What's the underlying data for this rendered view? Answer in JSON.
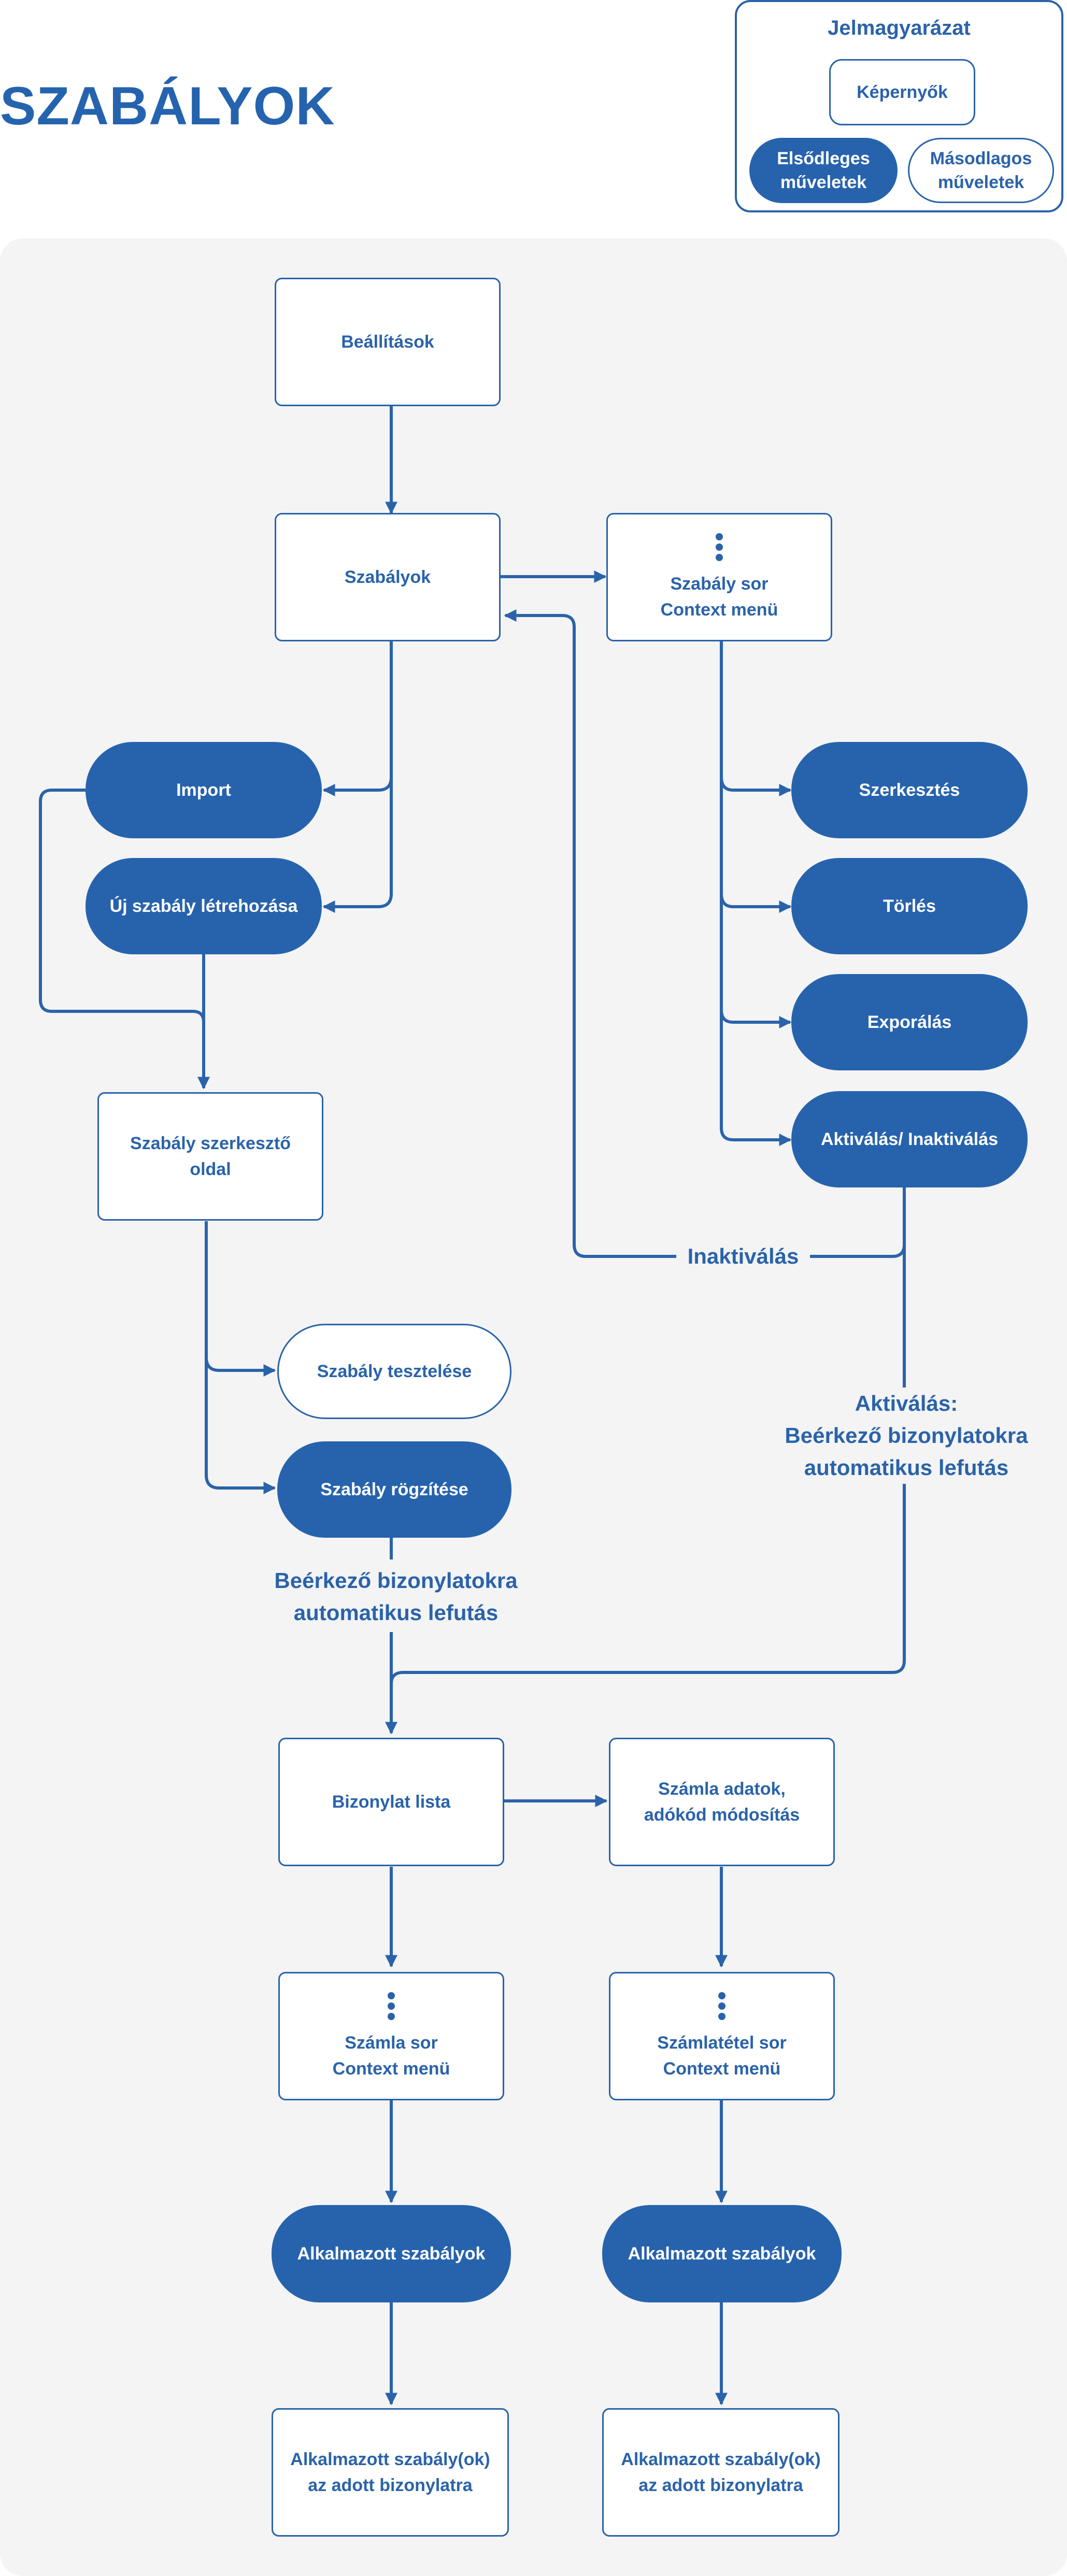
{
  "title": "SZABÁLYOK",
  "legend": {
    "title": "Jelmagyarázat",
    "screen": "Képernyők",
    "primary": "Elsődleges\nműveletek",
    "secondary": "Másodlagos\nműveletek"
  },
  "colors": {
    "accent": "#2763ad",
    "canvas_bg": "#f4f4f5",
    "screen_bg": "#ffffff"
  },
  "nodes": {
    "settings": "Beállítások",
    "rules": "Szabályok",
    "rule_row_menu": "Szabály sor\nContext menü",
    "import": "Import",
    "new_rule": "Új szabály létrehozása",
    "edit": "Szerkesztés",
    "delete": "Törlés",
    "export": "Exporálás",
    "activate": "Aktiválás/ Inaktiválás",
    "rule_editor": "Szabály szerkesztő\noldal",
    "rule_test": "Szabály tesztelése",
    "rule_save": "Szabály rögzítése",
    "doc_list": "Bizonylat lista",
    "invoice_data": "Számla adatok,\nadókód módosítás",
    "invoice_row_menu": "Számla sor\nContext menü",
    "item_row_menu": "Számlatétel sor\nContext menü",
    "applied_rules_1": "Alkalmazott szabályok",
    "applied_rules_2": "Alkalmazott szabályok",
    "applied_result_1": "Alkalmazott szabály(ok)\naz adott bizonylatra",
    "applied_result_2": "Alkalmazott szabály(ok)\naz adott bizonylatra"
  },
  "edge_labels": {
    "inactivate": "Inaktiválás",
    "activate_auto": "Aktiválás:\nBeérkező bizonylatokra\nautomatikus lefutás",
    "auto_run": "Beérkező bizonylatokra\nautomatikus lefutás"
  }
}
